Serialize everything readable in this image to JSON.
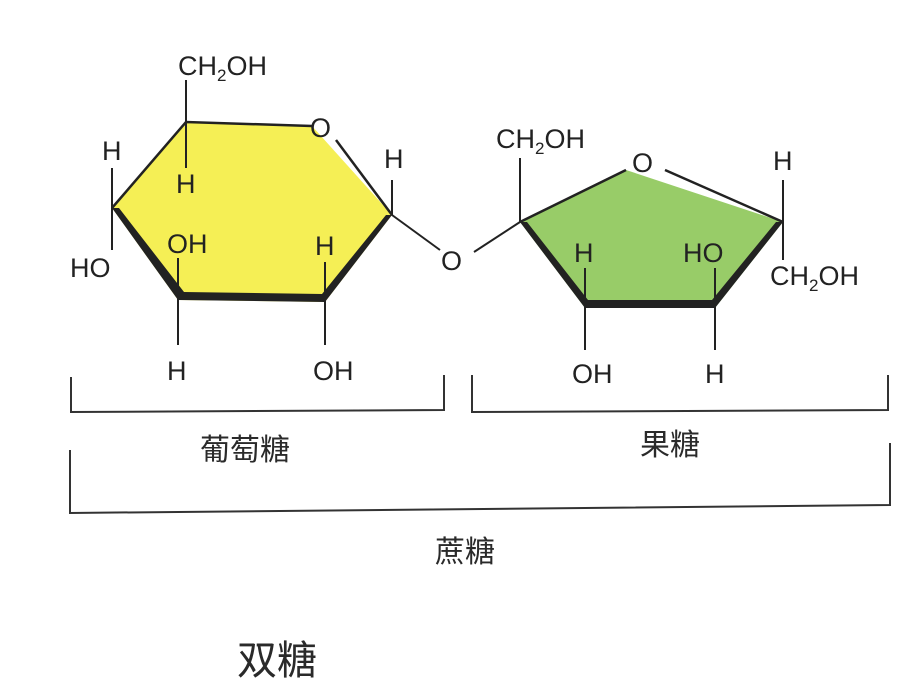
{
  "title": "双糖",
  "molecule": "蔗糖",
  "glucose": {
    "name": "葡萄糖",
    "color": "#f5ef55",
    "substituents": {
      "top": "CH2OH",
      "ring_oxygen": "O",
      "c1_h": "H",
      "c5_h": "H",
      "c4_h": "H",
      "c4_oh": "HO",
      "c3_oh": "OH",
      "c3_h": "H",
      "c2_h": "H",
      "c2_oh": "OH"
    }
  },
  "glycosidic_oxygen": "O",
  "fructose": {
    "name": "果糖",
    "color": "#98cc68",
    "substituents": {
      "c2_ch2oh": "CH2OH",
      "ring_oxygen": "O",
      "c5_h": "H",
      "c5_ch2oh": "CH2OH",
      "c3_h": "H",
      "c3_oh": "OH",
      "c4_ho": "HO",
      "c4_h": "H"
    }
  },
  "labels": {
    "glucose": "葡萄糖",
    "fructose": "果糖",
    "sucrose": "蔗糖",
    "disaccharide": "双糖"
  }
}
